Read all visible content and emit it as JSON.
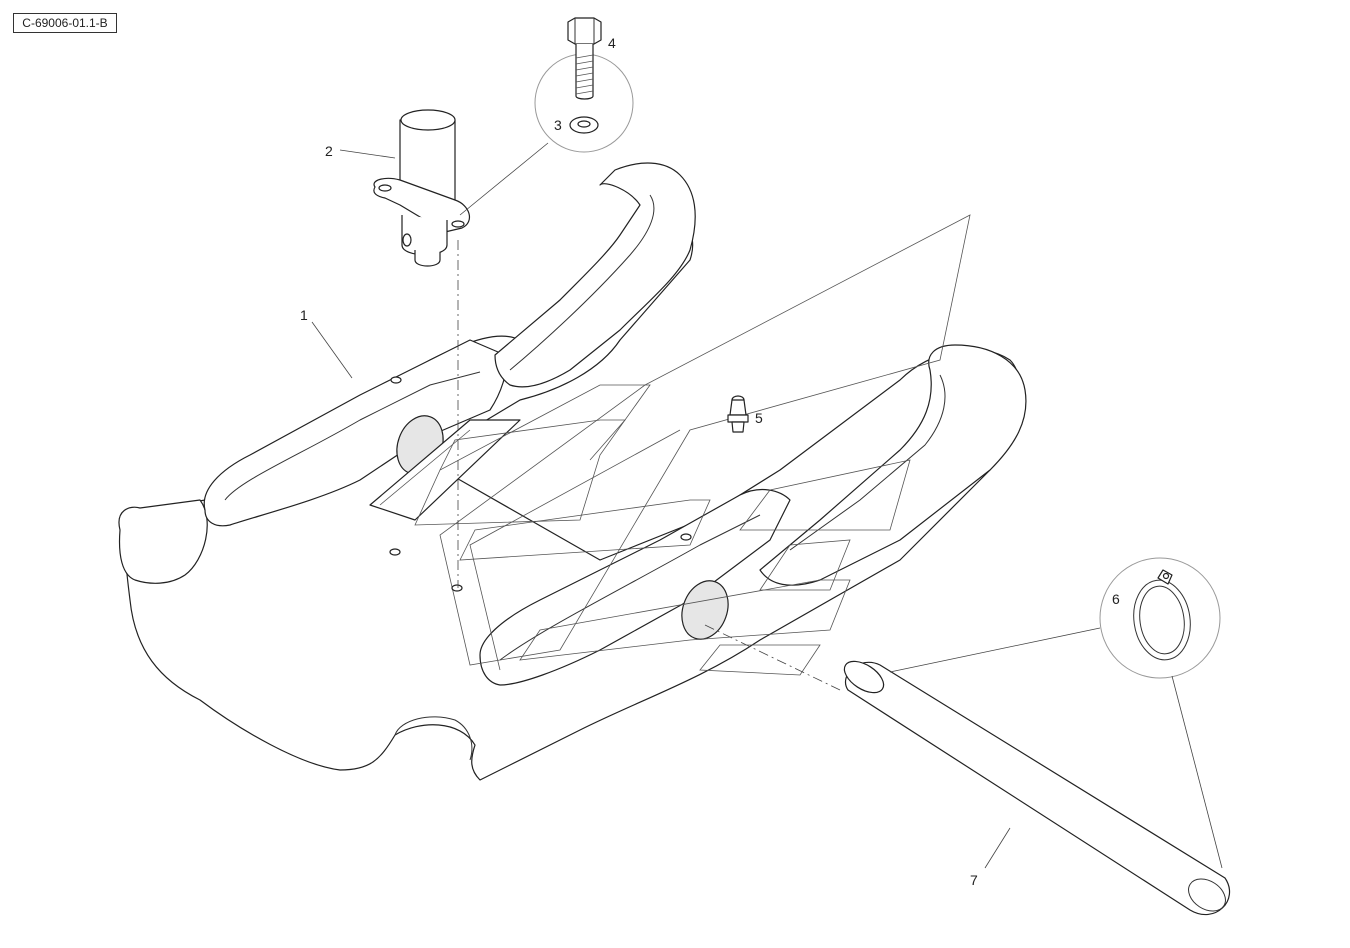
{
  "reference_code": "C-69006-01.1-B",
  "callouts": {
    "c1": "1",
    "c2": "2",
    "c3": "3",
    "c4": "4",
    "c5": "5",
    "c6": "6",
    "c7": "7"
  }
}
